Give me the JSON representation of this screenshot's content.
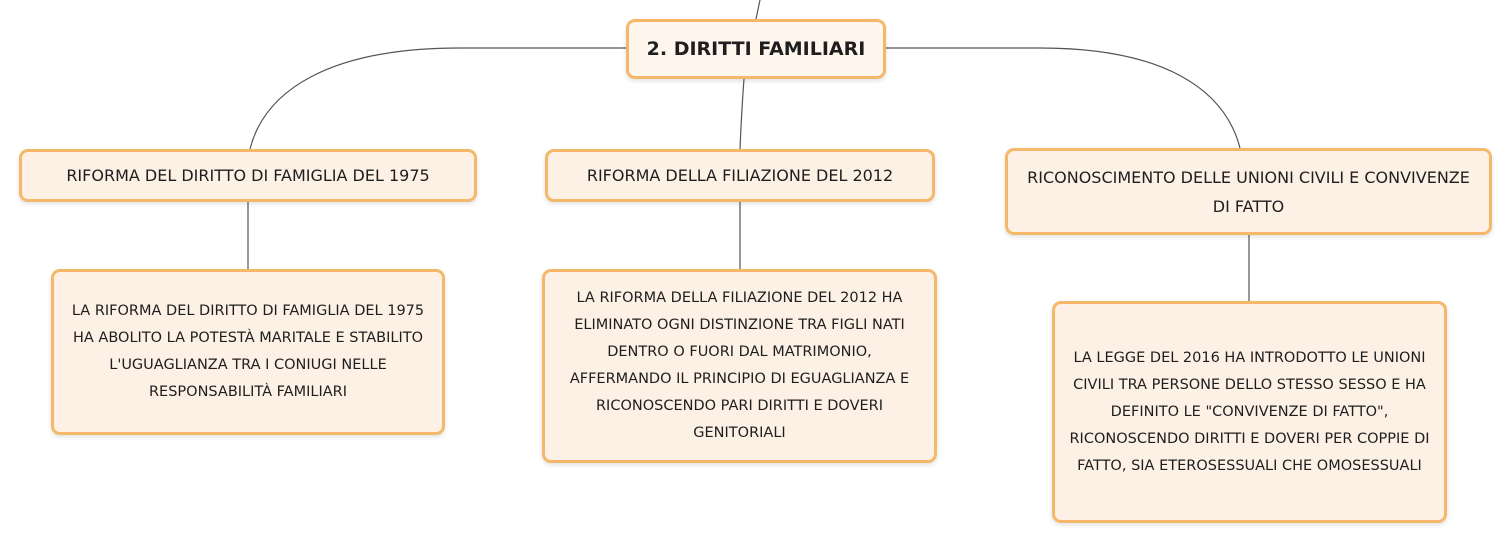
{
  "root": {
    "label": "2. DIRITTI FAMILIARI"
  },
  "branches": [
    {
      "label": "RIFORMA DEL DIRITTO DI FAMIGLIA DEL 1975",
      "detail": "LA RIFORMA DEL DIRITTO DI FAMIGLIA DEL 1975 HA ABOLITO LA POTESTÀ MARITALE E STABILITO L'UGUAGLIANZA TRA I CONIUGI NELLE RESPONSABILITÀ FAMILIARI"
    },
    {
      "label": "RIFORMA DELLA FILIAZIONE DEL 2012",
      "detail": "LA RIFORMA DELLA FILIAZIONE DEL 2012 HA ELIMINATO OGNI DISTINZIONE TRA FIGLI NATI DENTRO O FUORI DAL MATRIMONIO, AFFERMANDO IL PRINCIPIO DI EGUAGLIANZA E RICONOSCENDO PARI DIRITTI E DOVERI GENITORIALI"
    },
    {
      "label": "RICONOSCIMENTO DELLE UNIONI CIVILI E CONVIVENZE DI FATTO",
      "detail": "LA LEGGE DEL 2016 HA INTRODOTTO LE UNIONI CIVILI TRA PERSONE DELLO STESSO SESSO E HA DEFINITO LE \"CONVIVENZE DI FATTO\", RICONOSCENDO DIRITTI E DOVERI PER COPPIE DI FATTO, SIA ETEROSESSUALI CHE OMOSESSUALI"
    }
  ],
  "colors": {
    "node_fill": "#fdf1e6",
    "node_border": "#f5b86b",
    "connector": "#555555",
    "text": "#1e1e1e"
  }
}
